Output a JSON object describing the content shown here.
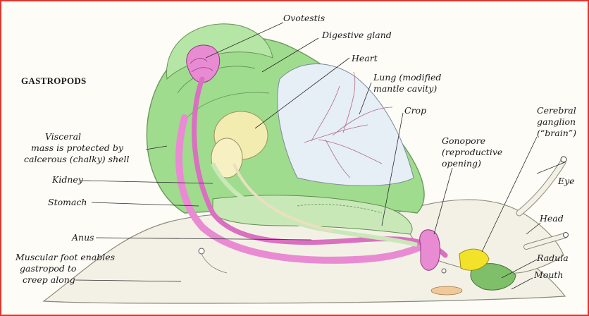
{
  "title": "GASTROPODS",
  "labels": {
    "ovotestis": "Ovotestis",
    "digestive_gland": "Digestive gland",
    "heart": "Heart",
    "lung_1": "Lung (modified",
    "lung_2": "mantle cavity)",
    "crop": "Crop",
    "cerebral_1": "Cerebral",
    "cerebral_2": "ganglion",
    "cerebral_3": "(“brain”)",
    "visceral_1": "Visceral",
    "visceral_2": "mass is protected by",
    "visceral_3": "calcerous (chalky) shell",
    "gonopore_1": "Gonopore",
    "gonopore_2": "(reproductive",
    "gonopore_3": "opening)",
    "kidney": "Kidney",
    "stomach": "Stomach",
    "eye": "Eye",
    "head": "Head",
    "anus": "Anus",
    "radula": "Radula",
    "foot_1": "Muscular foot enables",
    "foot_2": "gastropod to",
    "foot_3": "creep along",
    "mouth": "Mouth"
  },
  "colors": {
    "border": "#e0342f",
    "shell": "#9fdc8e",
    "reproductive": "#e98bd2",
    "crop": "#c9e8b8",
    "heart": "#f3ecb0",
    "lung": "#e6eef6",
    "brain": "#f2e22a",
    "body": "#f3f1e6"
  }
}
